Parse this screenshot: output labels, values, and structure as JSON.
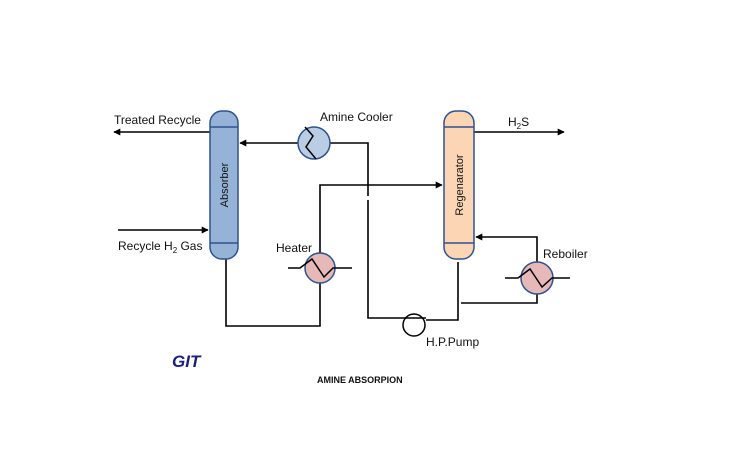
{
  "labels": {
    "treated_recycle": "Treated Recycle",
    "amine_cooler": "Amine Cooler",
    "h2s_main": "H",
    "h2s_sub": "2",
    "h2s_tail": "S",
    "absorber": "Absorber",
    "regenerator": "Regenarator",
    "recycle_gas_main": "Recycle H",
    "recycle_gas_sub": "2",
    "recycle_gas_tail": " Gas",
    "heater": "Heater",
    "reboiler": "Reboiler",
    "hp_pump": "H.P.Pump",
    "logo": "GIT",
    "caption": "AMINE ABSORPION"
  },
  "colors": {
    "absorber_fill": "#95b3d7",
    "absorber_stroke": "#2f528f",
    "regenerator_fill": "#fcd5b5",
    "regenerator_stroke": "#2f528f",
    "cooler_fill": "#b9cde5",
    "heater_fill": "#e6b9b8",
    "logo_color": "#1b1f7a"
  },
  "icons": {
    "cooler": "heat-exchanger-icon",
    "heater": "heat-exchanger-icon",
    "reboiler": "heat-exchanger-icon",
    "pump": "pump-icon"
  }
}
